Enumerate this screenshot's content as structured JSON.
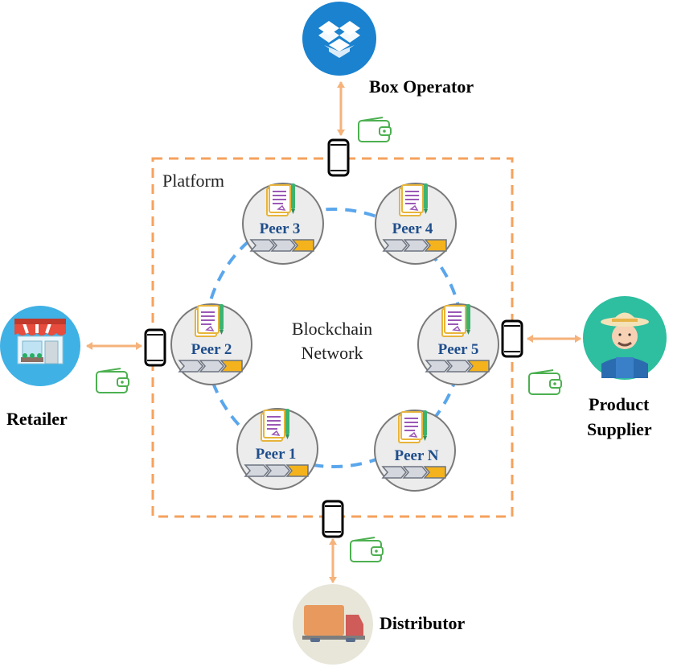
{
  "platform_label": "Platform",
  "network_label": [
    "Blockchain",
    "Network"
  ],
  "peers": [
    {
      "label": "Peer 3"
    },
    {
      "label": "Peer 4"
    },
    {
      "label": "Peer 2"
    },
    {
      "label": "Peer 5"
    },
    {
      "label": "Peer 1"
    },
    {
      "label": "Peer N"
    }
  ],
  "actors": {
    "box_operator": "Box Operator",
    "retailer": "Retailer",
    "product_supplier": [
      "Product",
      "Supplier"
    ],
    "distributor": "Distributor"
  },
  "colors": {
    "platform_border": "#f5a25d",
    "arrow": "#f5b27a",
    "ring": "#5aa6ec",
    "wallet": "#4cb050",
    "peer_label": "#1f4e8c",
    "dropbox_bg": "#1a82cf",
    "retailer_bg": "#3fb1e5",
    "supplier_bg": "#2ebea0",
    "distributor_bg": "#e8e6d9"
  }
}
